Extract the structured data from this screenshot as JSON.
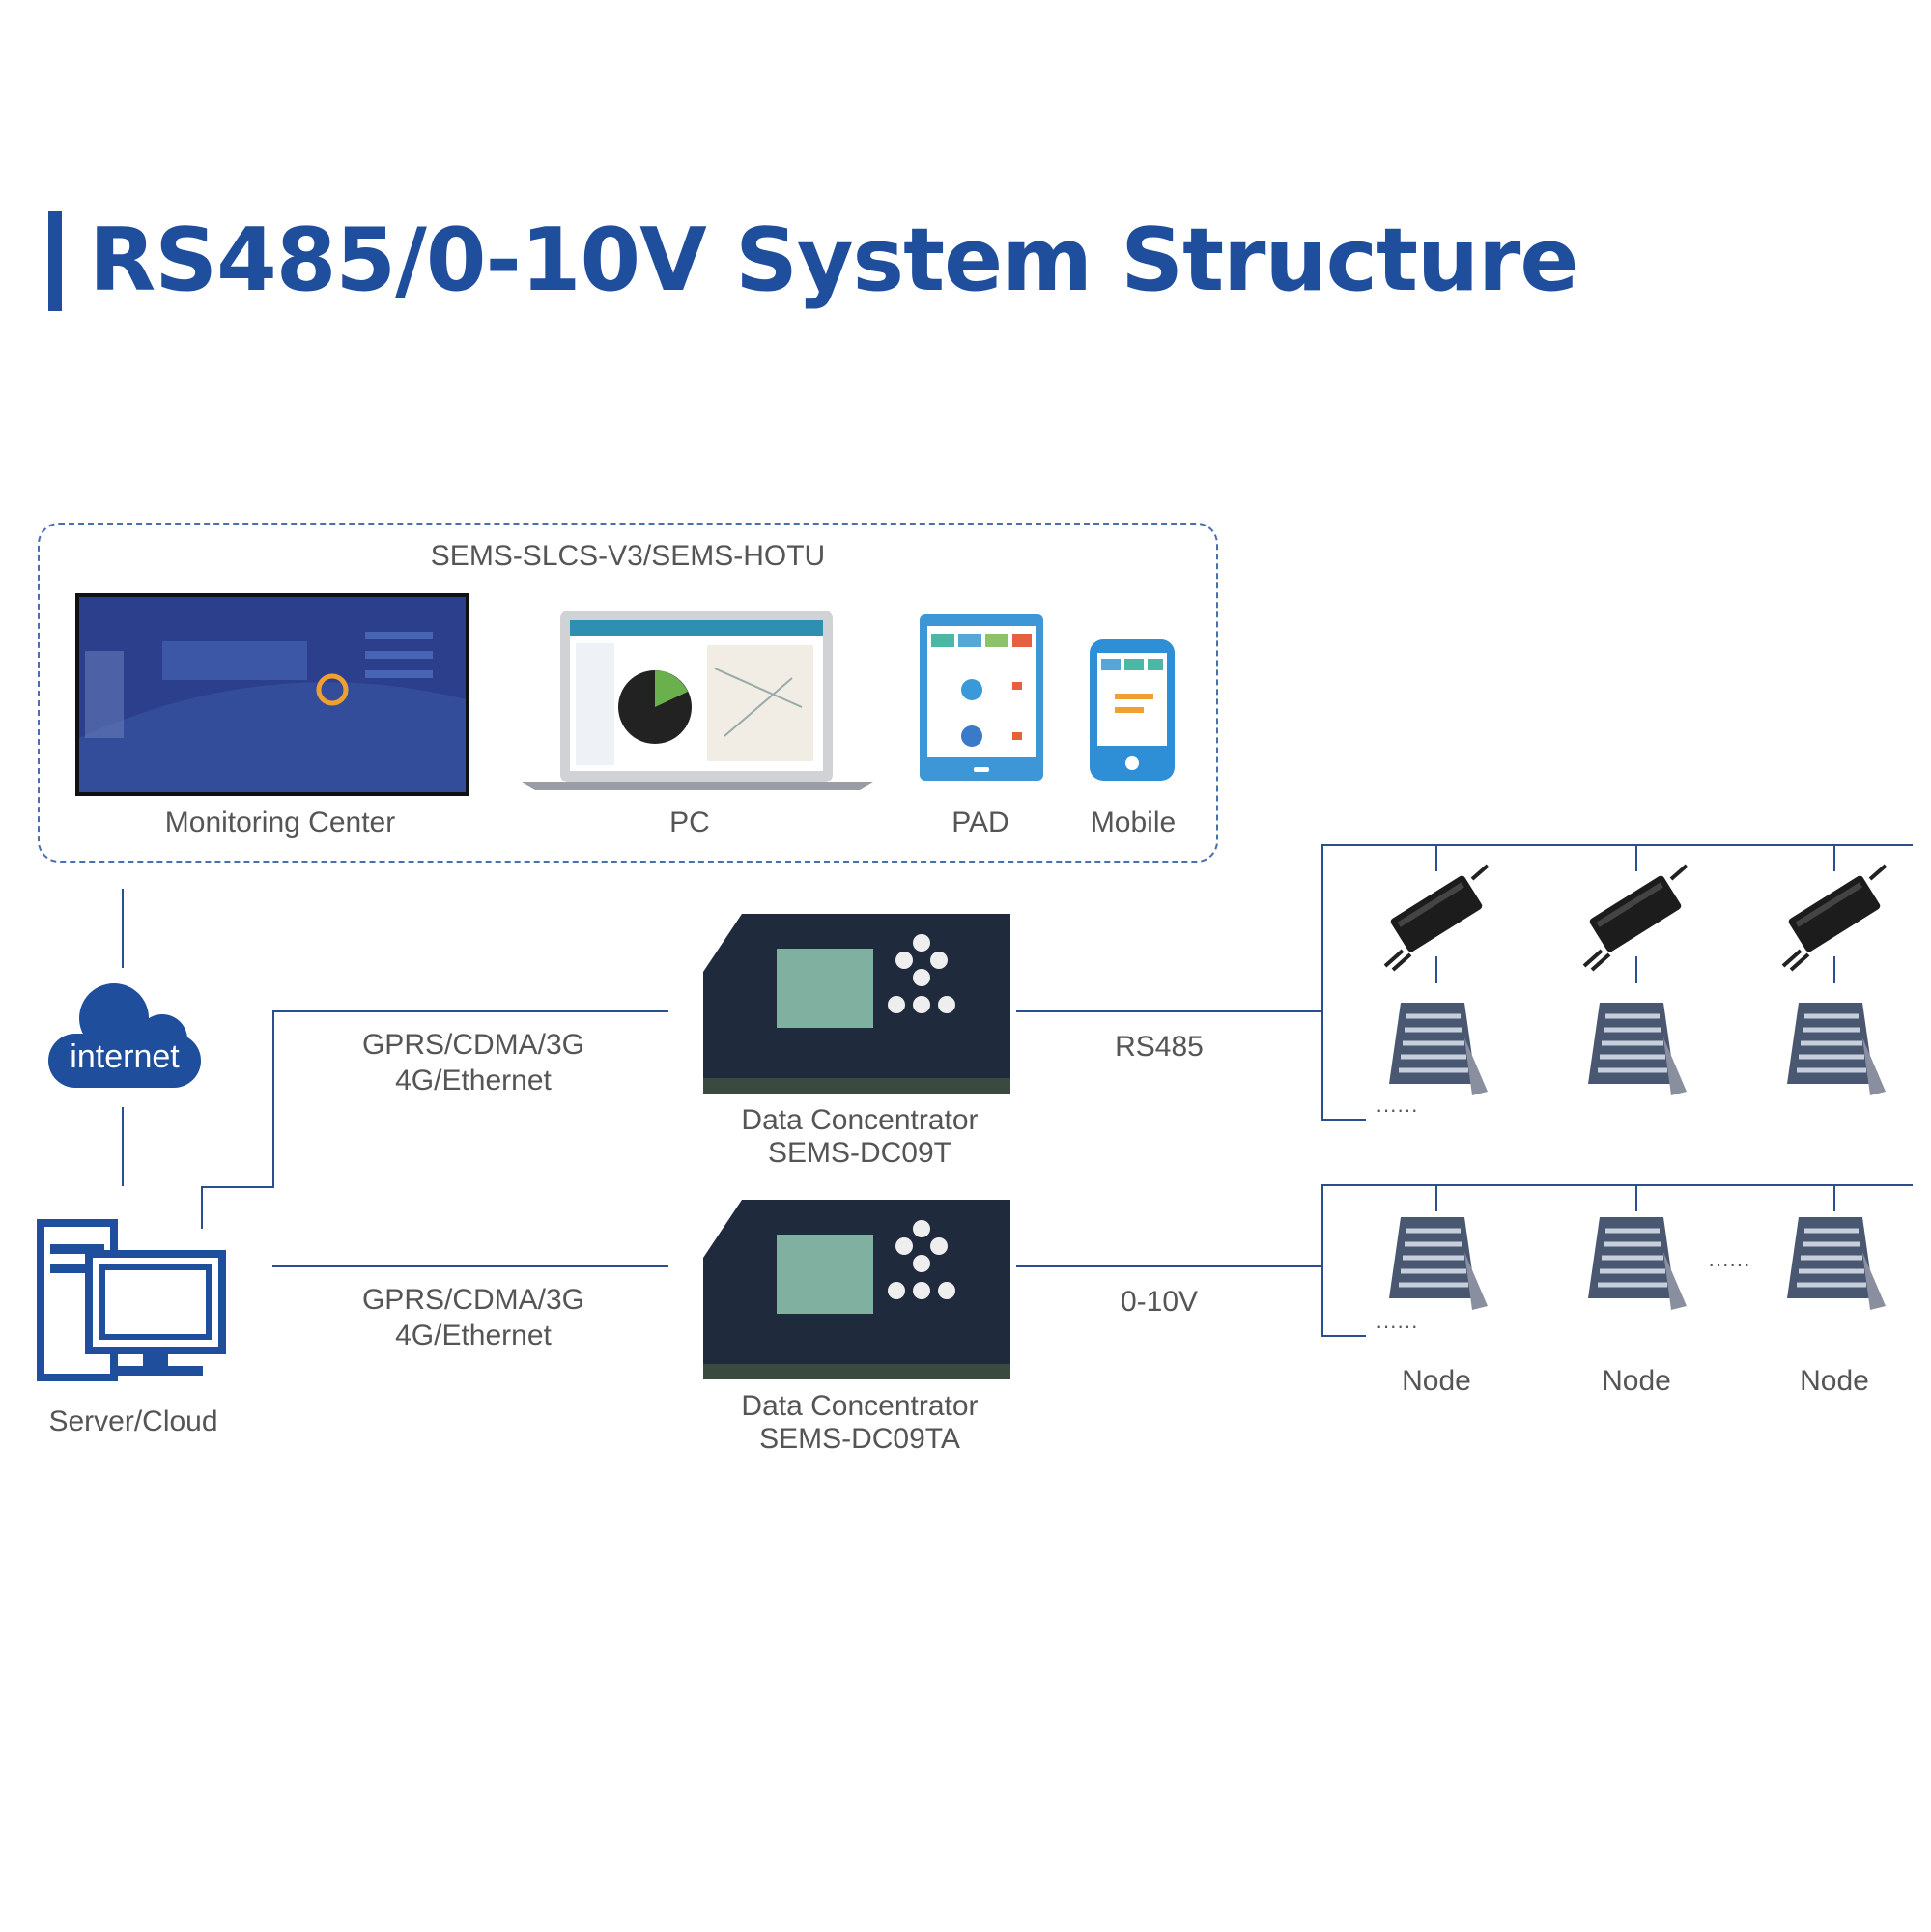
{
  "title": "RS485/0-10V System Structure",
  "platform": {
    "name": "SEMS-SLCS-V3/SEMS-HOTU",
    "clients": [
      {
        "label": "Monitoring Center",
        "icon": "monitoring-center-screen"
      },
      {
        "label": "PC",
        "icon": "laptop-icon"
      },
      {
        "label": "PAD",
        "icon": "tablet-icon"
      },
      {
        "label": "Mobile",
        "icon": "smartphone-icon"
      }
    ]
  },
  "internet": {
    "label": "internet",
    "icon": "cloud-icon"
  },
  "server": {
    "label": "Server/Cloud",
    "icon": "server-computer-icon"
  },
  "links": {
    "upper_comm": {
      "line1": "GPRS/CDMA/3G",
      "line2": "4G/Ethernet"
    },
    "lower_comm": {
      "line1": "GPRS/CDMA/3G",
      "line2": "4G/Ethernet"
    },
    "upper_field": "RS485",
    "lower_field": "0-10V"
  },
  "concentrators": [
    {
      "name": "Data Concentrator",
      "model": "SEMS-DC09T"
    },
    {
      "name": "Data Concentrator",
      "model": "SEMS-DC09TA"
    }
  ],
  "ellipsis": "······",
  "nodes": [
    "Node",
    "Node",
    "Node"
  ],
  "colors": {
    "accent": "#1f4e9c",
    "line": "#2a4f8f",
    "text": "#555555"
  }
}
